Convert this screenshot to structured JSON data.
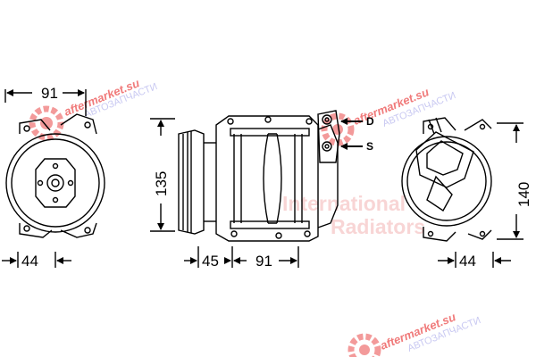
{
  "watermark": {
    "site": "aftermarket.su",
    "subtitle": "АВТОЗАПЧАСТИ",
    "brand_line1": "International",
    "brand_line2": "Radiators"
  },
  "ports": {
    "discharge": "D",
    "suction": "S"
  },
  "dimensions": {
    "left_view_width": "91",
    "left_view_mount": "44",
    "side_height": "135",
    "side_clutch": "45",
    "side_body": "91",
    "right_height": "140",
    "right_mount": "44"
  },
  "colors": {
    "line": "#000000",
    "watermark_red": "#f07a7a",
    "watermark_blue": "#c9c9f2"
  }
}
